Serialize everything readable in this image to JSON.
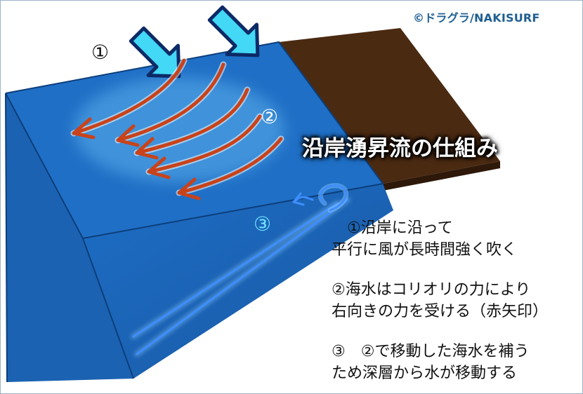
{
  "copyright": "©ドラグラ/NAKISURF",
  "title": "沿岸湧昇流の仕組み",
  "markers": {
    "one": "①",
    "two": "②",
    "three": "③"
  },
  "descriptions": [
    {
      "lines": [
        "　①沿岸に沿って",
        "平行に風が長時間強く吹く"
      ]
    },
    {
      "lines": [
        "②海水はコリオリの力により",
        "右向きの力を受ける（赤矢印）"
      ]
    },
    {
      "lines": [
        "③　②で移動した海水を補う",
        "ため深層から水が移動する"
      ]
    }
  ],
  "colors": {
    "ocean_top": "#1f6fc4",
    "ocean_front": "#1b5fae",
    "ocean_right": "#1a66b8",
    "land": "#4a2a14",
    "wind_arrow": "#3fd7f5",
    "ekman_arrow": "#c8431b",
    "upwelling": "#3d8dff",
    "border": "#0b3a73"
  },
  "icons": {
    "wind": "wind-arrow-icon",
    "ekman": "ekman-transport-arrow-icon",
    "upwelling": "upwelling-arrow-icon"
  }
}
